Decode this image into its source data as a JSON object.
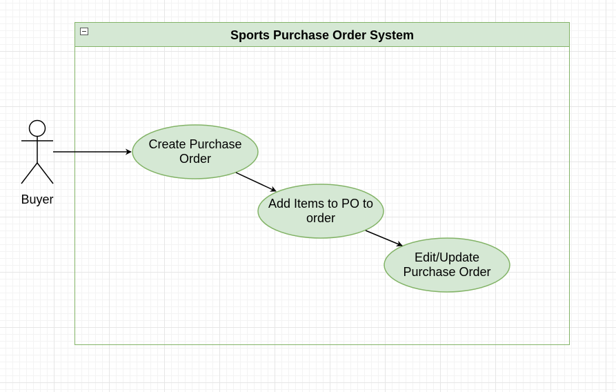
{
  "system": {
    "title": "Sports Purchase Order System",
    "fill_color": "#d5e8d4",
    "stroke_color": "#82b366"
  },
  "actor": {
    "name": "Buyer"
  },
  "use_cases": [
    {
      "label": "Create Purchase\nOrder"
    },
    {
      "label": "Add Items to PO to\norder"
    },
    {
      "label": "Edit/Update\nPurchase Order"
    }
  ],
  "relations": [
    {
      "from": "Buyer",
      "to": "Create Purchase Order"
    },
    {
      "from": "Create Purchase Order",
      "to": "Add Items to PO to order"
    },
    {
      "from": "Add Items to PO to order",
      "to": "Edit/Update Purchase Order"
    }
  ]
}
